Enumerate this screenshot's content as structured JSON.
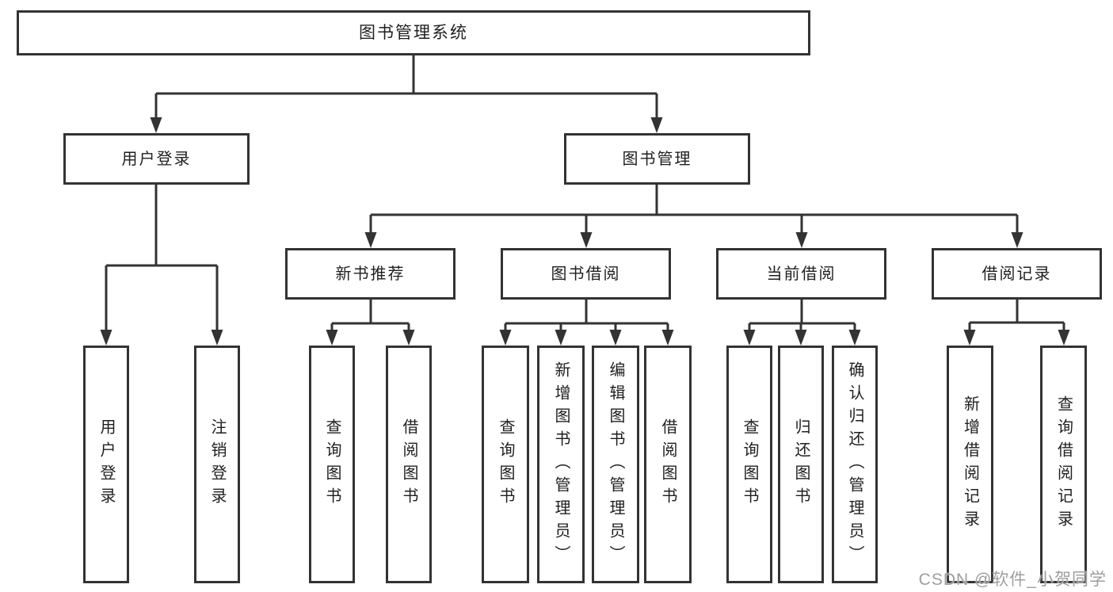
{
  "diagram": {
    "root": {
      "label": "图书管理系统"
    },
    "branches": [
      {
        "label": "用户登录",
        "children": [
          {
            "label": "用户登录"
          },
          {
            "label": "注销登录"
          }
        ]
      },
      {
        "label": "图书管理",
        "children": [
          {
            "label": "新书推荐",
            "children": [
              {
                "label": "查询图书"
              },
              {
                "label": "借阅图书"
              }
            ]
          },
          {
            "label": "图书借阅",
            "children": [
              {
                "label": "查询图书"
              },
              {
                "label": "新增图书（管理员）"
              },
              {
                "label": "编辑图书（管理员）"
              },
              {
                "label": "借阅图书"
              }
            ]
          },
          {
            "label": "当前借阅",
            "children": [
              {
                "label": "查询图书"
              },
              {
                "label": "归还图书"
              },
              {
                "label": "确认归还（管理员）"
              }
            ]
          },
          {
            "label": "借阅记录",
            "children": [
              {
                "label": "新增借阅记录"
              },
              {
                "label": "查询借阅记录"
              }
            ]
          }
        ]
      }
    ]
  },
  "watermark": {
    "text": "CSDN @软件_小贺同学"
  },
  "colors": {
    "line": "#333333",
    "box_border": "#333333",
    "box_background": "#ffffff",
    "text": "#1f1f1f",
    "watermark": "#9e9e9e"
  }
}
